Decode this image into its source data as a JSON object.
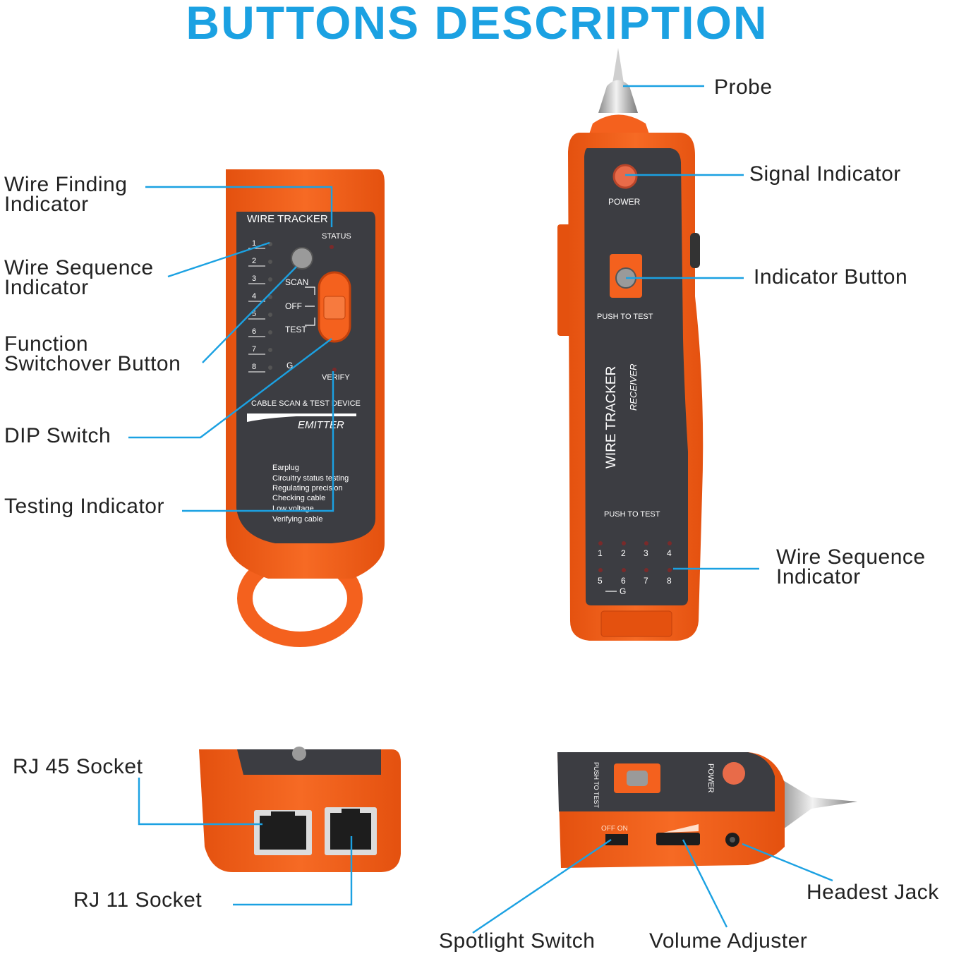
{
  "title": "BUTTONS DESCRIPTION",
  "colors": {
    "accent": "#1ba1e2",
    "device_orange": "#f4611e",
    "panel_dark": "#3c3d42",
    "leader_line": "#1ba1e2"
  },
  "emitter": {
    "name": "WIRE TRACKER",
    "status": "STATUS",
    "numbers": [
      "1",
      "2",
      "3",
      "4",
      "5",
      "6",
      "7",
      "8"
    ],
    "scan": "SCAN",
    "off": "OFF",
    "test": "TEST",
    "g": "G",
    "verify": "VERIFY",
    "cable_line": "CABLE SCAN & TEST DEVICE",
    "model": "EMITTER",
    "features": [
      "Earplug",
      "Circuitry status testing",
      "Regulating precision",
      "Checking cable",
      "Low voltage",
      "Verifying cable"
    ]
  },
  "receiver": {
    "power": "POWER",
    "push_top": "PUSH TO TEST",
    "name": "WIRE TRACKER",
    "model": "RECEIVER",
    "push_bottom": "PUSH TO TEST",
    "numbers_top": [
      "1",
      "2",
      "3",
      "4"
    ],
    "numbers_bottom": [
      "5",
      "6",
      "7",
      "8"
    ],
    "g": "G"
  },
  "side_view": {
    "off_on": "OFF  ON",
    "power": "POWER",
    "push": "PUSH TO TEST"
  },
  "labels": {
    "wire_finding_1": "Wire Finding",
    "wire_finding_2": "Indicator",
    "wire_seq_1": "Wire Sequence",
    "wire_seq_2": "Indicator",
    "function_1": "Function",
    "function_2": "Switchover Button",
    "dip": "DIP Switch",
    "testing": "Testing Indicator",
    "probe": "Probe",
    "signal": "Signal Indicator",
    "indicator_button": "Indicator Button",
    "wire_seq_r1": "Wire Sequence",
    "wire_seq_r2": "Indicator",
    "rj45": "RJ 45 Socket",
    "rj11": "RJ 11 Socket",
    "headset": "Headest Jack",
    "spotlight": "Spotlight Switch",
    "volume": "Volume Adjuster"
  }
}
